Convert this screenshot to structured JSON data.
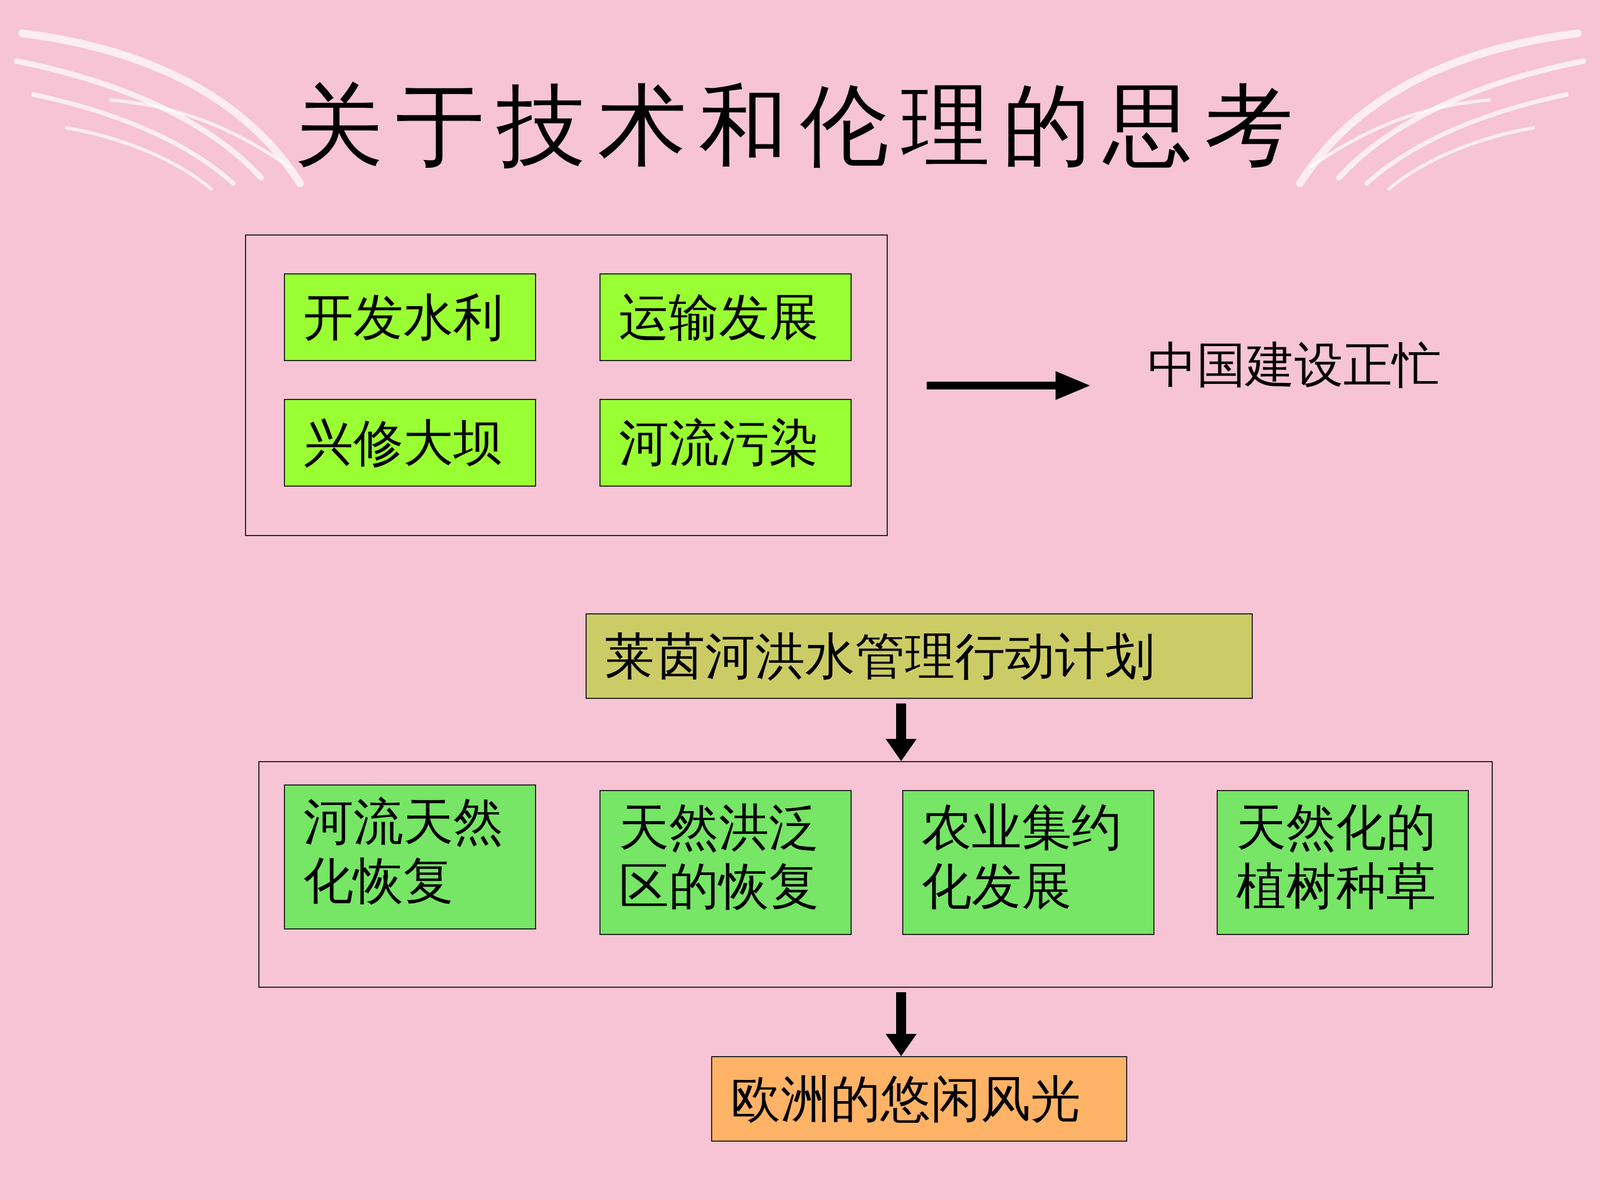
{
  "diagram": {
    "title": "关于技术和伦理的思考",
    "nodes": [
      {
        "text": []
      },
      {
        "text": [
          "开发水利"
        ],
        "in": 0
      },
      {
        "text": [
          "运输发展"
        ],
        "in": 0
      },
      {
        "text": [
          "兴修大坝"
        ],
        "in": 0
      },
      {
        "text": [
          "河流污染"
        ],
        "in": 0
      },
      {
        "text": [
          "莱茵河洪水管理行动计划"
        ]
      },
      {
        "text": []
      },
      {
        "text": [
          "河流天然 化恢复"
        ],
        "in": 6
      },
      {
        "text": [
          "天然洪泛 区的恢复"
        ],
        "in": 6
      },
      {
        "text": [
          "农业集约 化发展"
        ],
        "in": 6
      },
      {
        "text": [
          "天然化的 植树种草"
        ],
        "in": 6
      },
      {
        "text": [
          "欧洲的悠闲风光"
        ]
      }
    ],
    "edges": [
      {
        "from": 5,
        "to": 6,
        "arrow": "to"
      },
      {
        "from": 6,
        "to": 11,
        "arrow": "to"
      }
    ],
    "labels": [
      "中国建设正忙"
    ]
  }
}
